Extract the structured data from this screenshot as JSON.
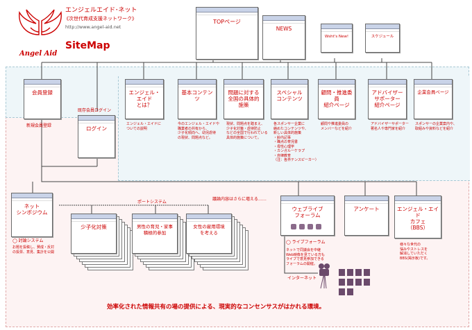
{
  "brand": {
    "name": "Angel Aid",
    "title_jp": "エンジェルエイド･ネット",
    "subtitle_jp": "《次世代育成支援ネットワーク》",
    "url": "http://www.angel-aid.net",
    "sitemap": "SiteMap"
  },
  "top": {
    "label": "TOPページ"
  },
  "news": {
    "label": "NEWS"
  },
  "wshts_new": {
    "label": "Wsht's New!"
  },
  "schedule": {
    "label": "スケジュール"
  },
  "members_login": {
    "label": "会員登録"
  },
  "about": {
    "label": "エンジェル・エイド\nとは？",
    "desc": "エンジェル・エイドに\nついての説明"
  },
  "basic": {
    "label": "基本コンテンツ",
    "desc": "今のエンジェル・エイドや\n職業者の共有から、\n少子化傾向へ、幼児虐待\nの現状、問題点など。"
  },
  "measures": {
    "label": "問題に対する\n全国の具体的施策",
    "desc": "現状、問題点を踏まえ、\n少子化対策・虐待防止\nなどの全国で行われている\n具体的施策について。"
  },
  "special": {
    "label": "スペシャル\nコンテンツ",
    "desc": "各スポンサー企業に\n絡めたコンテンツや、\n新しい具体的施策\n・鈴内記事\n・職点の育児書\n・母性心理学\n・カンガルーケラプ\n・自律教育\n（注：各界テンスピーカー）"
  },
  "advisors": {
    "label": "顧問・推進委員\n紹介ページ",
    "desc": "顧問や推進委員の\nメンバーなどを紹介"
  },
  "adviser_supporter": {
    "label": "アドバイザー\nサポーター\n紹介ページ",
    "desc": "アドバイザーサポーター\n著名人や専門家を紹介"
  },
  "corporate": {
    "label": "企業会員ページ",
    "desc": "スポンサーの企業案内や、\n取組みや資料などを紹介"
  },
  "login": {
    "label": "ログイン",
    "above": "既存会員ログイン"
  },
  "new_register": {
    "label": "新規会員登録"
  },
  "symposium": {
    "label": "ネット\nシンポジウム",
    "sys": "◯ 討論システム",
    "desc": "お題を投稿し、賛成・反対\nの投票、意見、集計を公開"
  },
  "portal": {
    "label": "ポートシステム"
  },
  "more": {
    "label": "議論内容はさらに増える……"
  },
  "low_birth": {
    "label": "少子化対策"
  },
  "men_housework": {
    "label": "男性の育児・家事\n積極的参加"
  },
  "women_work": {
    "label": "女性の雇用環境\nを考える"
  },
  "web_live": {
    "label": "ウェブライブ\nフォーラム",
    "sys": "◯ ライブフォーラム",
    "desc": "ネットで同議会を中継\nWeb映像を見ている方も\nライブで意見参加できる\nフォーラムの開催。"
  },
  "survey": {
    "label": "アンケート"
  },
  "cafe": {
    "label": "エンジェル・エイド\nカフェ\n（BBS）",
    "desc": "様々な世代の\n悩みやストレスを\n解消していただく\nBBS(掲示板)です。"
  },
  "internet": {
    "label": "インターネット"
  },
  "footer": {
    "label": "効率化された情報共有の場の提供による、現実的なコンセンサスがはかれる環境。"
  }
}
